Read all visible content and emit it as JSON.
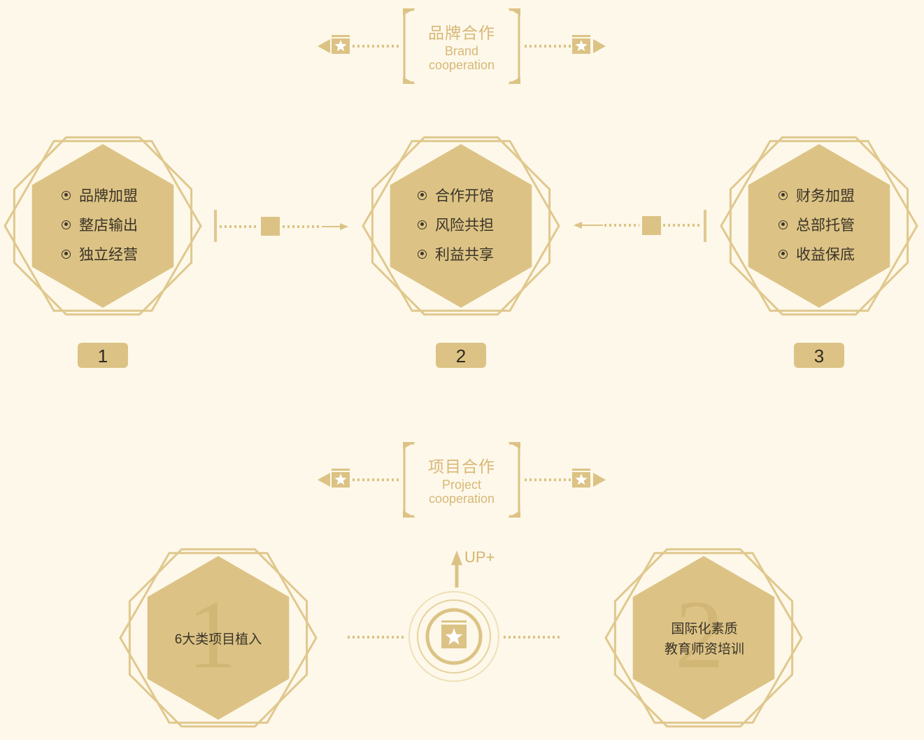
{
  "brand_section": {
    "title_cn": "品牌合作",
    "title_en_1": "Brand",
    "title_en_2": "cooperation",
    "steps": [
      {
        "number": "1",
        "items": [
          "品牌加盟",
          "整店输出",
          "独立经营"
        ]
      },
      {
        "number": "2",
        "items": [
          "合作开馆",
          "风险共担",
          "利益共享"
        ]
      },
      {
        "number": "3",
        "items": [
          "财务加盟",
          "总部托管",
          "收益保底"
        ]
      }
    ]
  },
  "project_section": {
    "title_cn": "项目合作",
    "title_en_1": "Project",
    "title_en_2": "cooperation",
    "left": {
      "bg_number": "1",
      "lines": [
        "6大类项目植入"
      ]
    },
    "right": {
      "bg_number": "2",
      "lines": [
        "国际化素质",
        "教育师资培训"
      ]
    },
    "center_label": "UP+"
  },
  "colors": {
    "background": "#fdf8ea",
    "gold": "#dcc385",
    "hex_fill": "#dcc385",
    "text": "#3a3328"
  }
}
